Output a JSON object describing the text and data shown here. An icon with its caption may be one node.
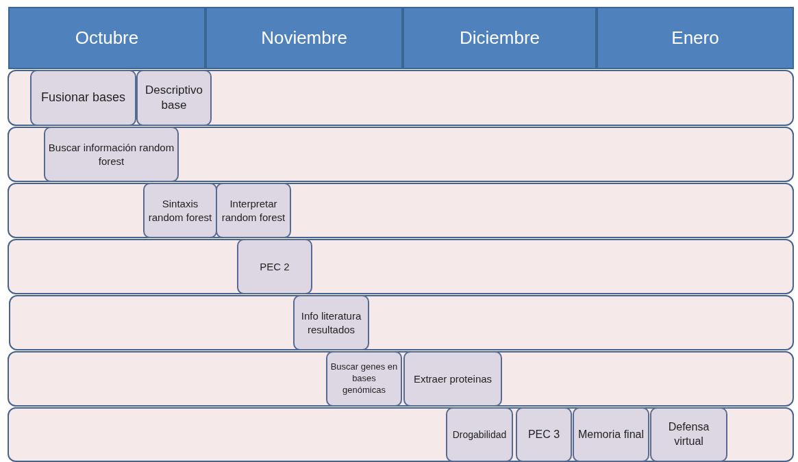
{
  "diagram": {
    "nodes": [
      {
        "text": [
          "Octubre"
        ]
      },
      {
        "text": [
          "Noviembre"
        ]
      },
      {
        "text": [
          "Diciembre"
        ]
      },
      {
        "text": [
          "Enero"
        ]
      },
      {
        "text": [],
        "shape": "box"
      },
      {
        "text": [
          "Fusionar bases"
        ],
        "in": 4
      },
      {
        "text": [
          "Descriptivo base"
        ],
        "in": 4
      },
      {
        "text": [],
        "shape": "box"
      },
      {
        "text": [
          "Buscar información random forest"
        ],
        "in": 7
      },
      {
        "text": [],
        "shape": "box"
      },
      {
        "text": [
          "Sintaxis random forest"
        ],
        "in": 9
      },
      {
        "text": [
          "Interpretar random forest"
        ],
        "in": 9
      },
      {
        "text": [],
        "shape": "box"
      },
      {
        "text": [
          "PEC 2"
        ],
        "in": 12
      },
      {
        "text": [],
        "shape": "box"
      },
      {
        "text": [
          "Info literatura resultados"
        ],
        "in": 14
      },
      {
        "text": [],
        "shape": "box"
      },
      {
        "text": [
          "Buscar genes en bases genómicas"
        ],
        "in": 16
      },
      {
        "text": [
          "Extraer proteinas"
        ],
        "in": 16
      },
      {
        "text": [],
        "shape": "box"
      },
      {
        "text": [
          "Drogabilidad"
        ],
        "in": 19
      },
      {
        "text": [
          "PEC 3"
        ],
        "in": 19
      },
      {
        "text": [
          "Memoria final"
        ],
        "in": 19
      },
      {
        "text": [
          "Defensa virtual"
        ],
        "in": 19
      }
    ]
  }
}
